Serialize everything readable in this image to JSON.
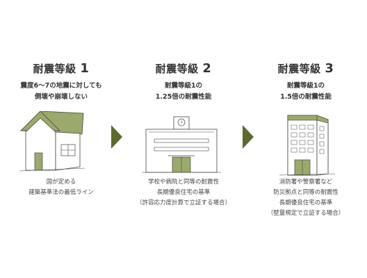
{
  "colors": {
    "accent": "#5c6a2e",
    "roof": "#9aaa6a",
    "line": "#444444"
  },
  "levels": [
    {
      "title": "耐震等級",
      "num": "1",
      "subtitle": [
        "震度6～7の地震に対しても",
        "倒壊や崩壊しない"
      ],
      "description": [
        "国が定める",
        "建築基準法の最低ライン"
      ],
      "icon": "house-icon"
    },
    {
      "title": "耐震等級",
      "num": "2",
      "subtitle": [
        "耐震等級1の",
        "1.25倍の耐震性能"
      ],
      "description": [
        "学校や病院と同等の耐震性",
        "長期優良住宅の基準",
        "（許容応力度計算で立証する場合）"
      ],
      "icon": "school-building-icon"
    },
    {
      "title": "耐震等級",
      "num": "3",
      "subtitle": [
        "耐震等級1の",
        "1.5倍の耐震性能"
      ],
      "description": [
        "消防署や警察署など",
        "防災拠点と同等の耐震性",
        "長期優良住宅の基準",
        "（壁量規定で立証する場合）"
      ],
      "icon": "tall-building-icon"
    }
  ]
}
